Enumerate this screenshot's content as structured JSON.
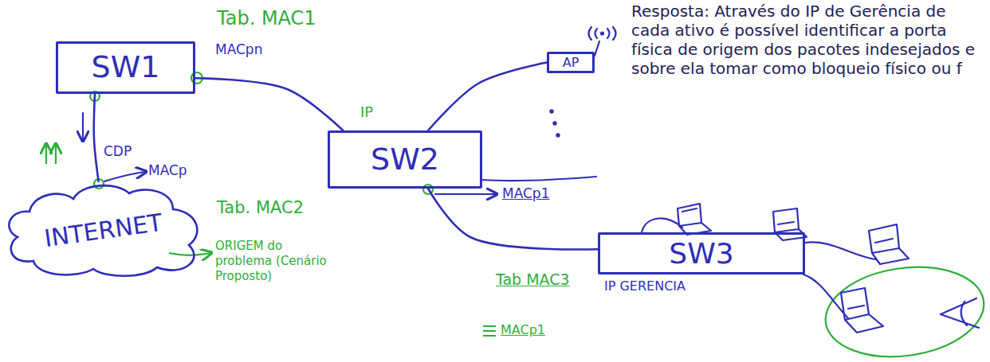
{
  "diagram": {
    "nodes": [
      {
        "text": [
          "SW1"
        ]
      },
      {
        "text": [
          "AP"
        ]
      },
      {
        "text": [
          "SW2"
        ]
      },
      {
        "text": [
          "INTERNET"
        ]
      },
      {
        "text": [
          "SW3"
        ]
      }
    ],
    "edges": [
      {
        "from": 0,
        "to": 3,
        "arrow": "none"
      },
      {
        "from": 0,
        "to": 2,
        "arrow": "none"
      },
      {
        "from": 2,
        "to": 1,
        "arrow": "none"
      },
      {
        "from": 2,
        "to": 4,
        "arrow": "none"
      }
    ],
    "labels": [
      "Resposta: Através do IP de Gerência de cada ativo é possível identificar a porta física de origem dos pacotes indesejados e sobre ela tomar como bloqueio físico ou f",
      "Tab. MAC1",
      "MACpn",
      "IP",
      "MACp1",
      "CDP",
      "MACp",
      "Tab. MAC2",
      "ORIGEM do problema (Cenário Proposto)",
      "Tab MAC3",
      "IP GERENCIA",
      "MACp1"
    ]
  }
}
